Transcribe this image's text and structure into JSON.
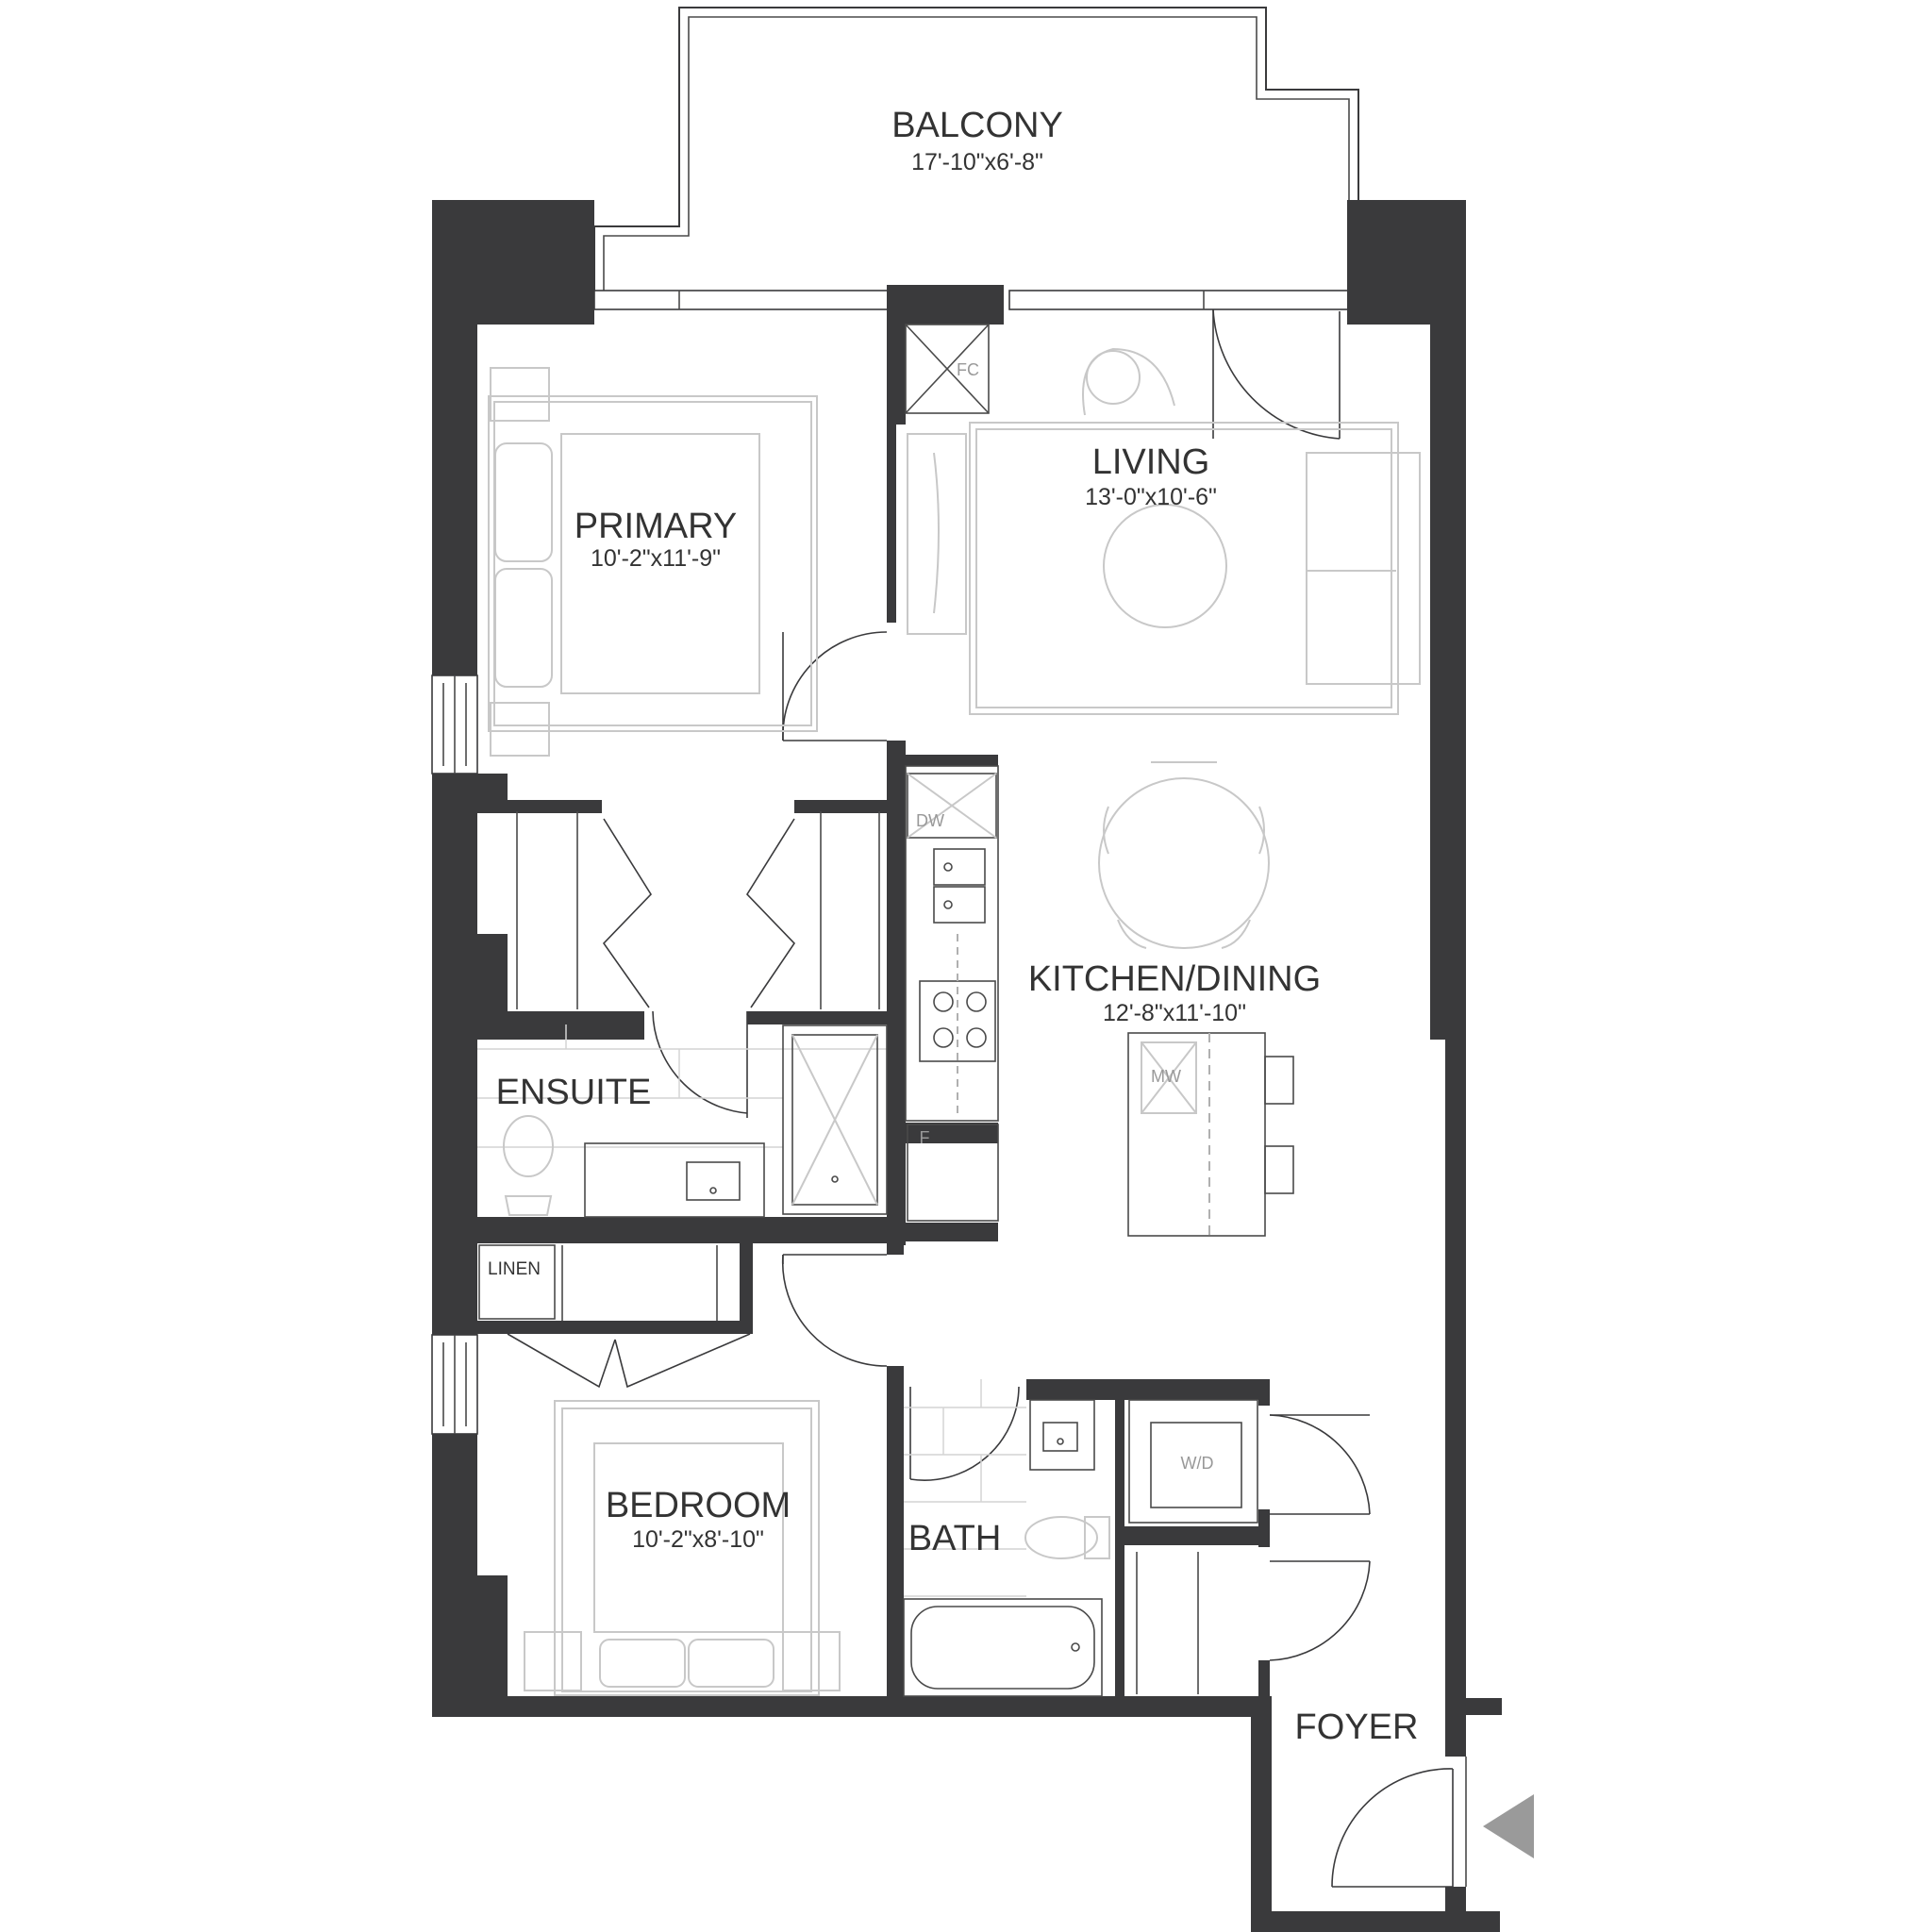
{
  "rooms": {
    "balcony": {
      "name": "BALCONY",
      "dims": "17'-10\"x6'-8\""
    },
    "living": {
      "name": "LIVING",
      "dims": "13'-0\"x10'-6\""
    },
    "primary": {
      "name": "PRIMARY",
      "dims": "10'-2\"x11'-9\""
    },
    "kitchen_dining": {
      "name": "KITCHEN/DINING",
      "dims": "12'-8\"x11'-10\""
    },
    "ensuite": {
      "name": "ENSUITE"
    },
    "bedroom": {
      "name": "BEDROOM",
      "dims": "10'-2\"x8'-10\""
    },
    "bath": {
      "name": "BATH"
    },
    "foyer": {
      "name": "FOYER"
    }
  },
  "fixtures": {
    "fireplace": "FC",
    "dishwasher": "DW",
    "microwave": "MW",
    "fridge": "F",
    "linen": "LINEN",
    "washer_dryer": "W/D"
  },
  "colors": {
    "wall": "#3a3a3c",
    "furniture": "#c8c8c8",
    "text": "#333333",
    "entry_arrow": "#9a9a9a"
  },
  "icons": {
    "entry": "entry-arrow-icon"
  }
}
